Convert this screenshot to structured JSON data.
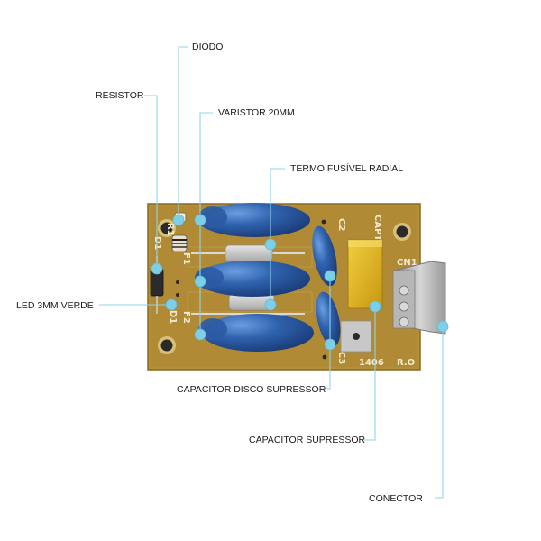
{
  "labels": {
    "diodo": "DIODO",
    "resistor": "RESISTOR",
    "varistor": "VARISTOR 20MM",
    "termo_fusivel": "TERMO FUSÍVEL RADIAL",
    "led": "LED 3MM VERDE",
    "capacitor_disco": "CAPACITOR DISCO SUPRESSOR",
    "capacitor_supressor": "CAPACITOR SUPRESSOR",
    "conector": "CONECTOR"
  },
  "silkscreen": {
    "r1": "R1",
    "d1_top": "D1",
    "d1_bottom": "D1",
    "f1": "F1",
    "f2": "F2",
    "c2": "C2",
    "c3": "C3",
    "capte": "CAPTE",
    "cn1": "CN1",
    "code": "1406",
    "ro": "R.O"
  },
  "colors": {
    "pcb": "#b08a34",
    "pcb_edge": "#8a6a22",
    "varistor": "#2f5fa8",
    "capacitor": "#3868b4",
    "box_capacitor": "#e6b820",
    "connector": "#a8a8a8",
    "leader": "#8fd3ea"
  }
}
